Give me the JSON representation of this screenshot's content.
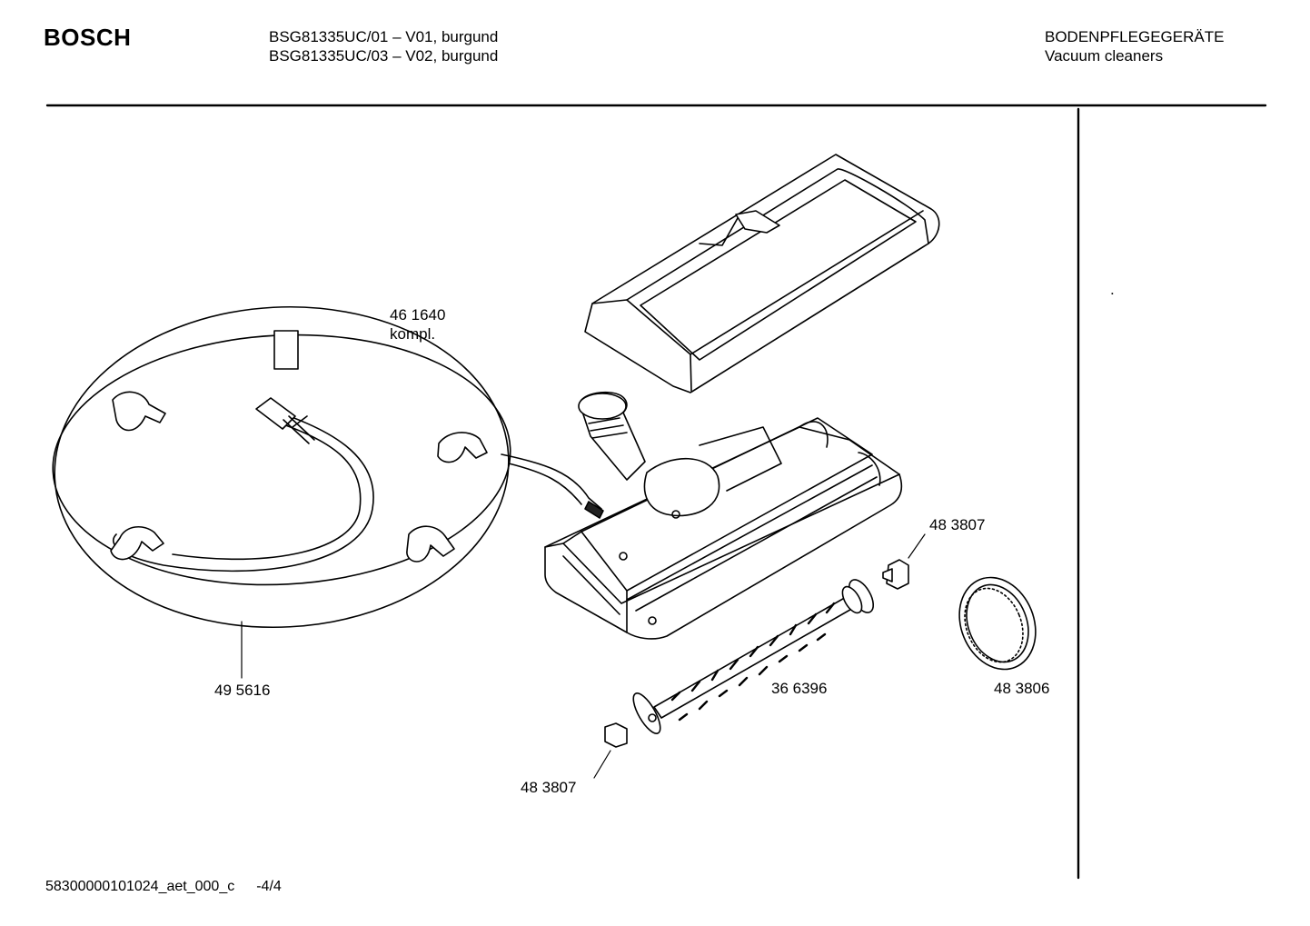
{
  "header": {
    "brand": "BOSCH",
    "models": [
      "BSG81335UC/01 – V01, burgund",
      "BSG81335UC/03 – V02, burgund"
    ],
    "category": [
      "BODENPFLEGEGERÄTE",
      "Vacuum cleaners"
    ]
  },
  "side_panel": {
    "mark": "."
  },
  "parts": {
    "cord_assembly": {
      "number": "46 1640",
      "note": "kompl."
    },
    "power_cord": "49 5616",
    "bearing_top": "48 3807",
    "brush_roller": "36 6396",
    "drive_belt": "48 3806",
    "bearing_bottom": "48 3807"
  },
  "footer": {
    "document_id": "58300000101024_aet_000_c",
    "page": "-4/4"
  }
}
